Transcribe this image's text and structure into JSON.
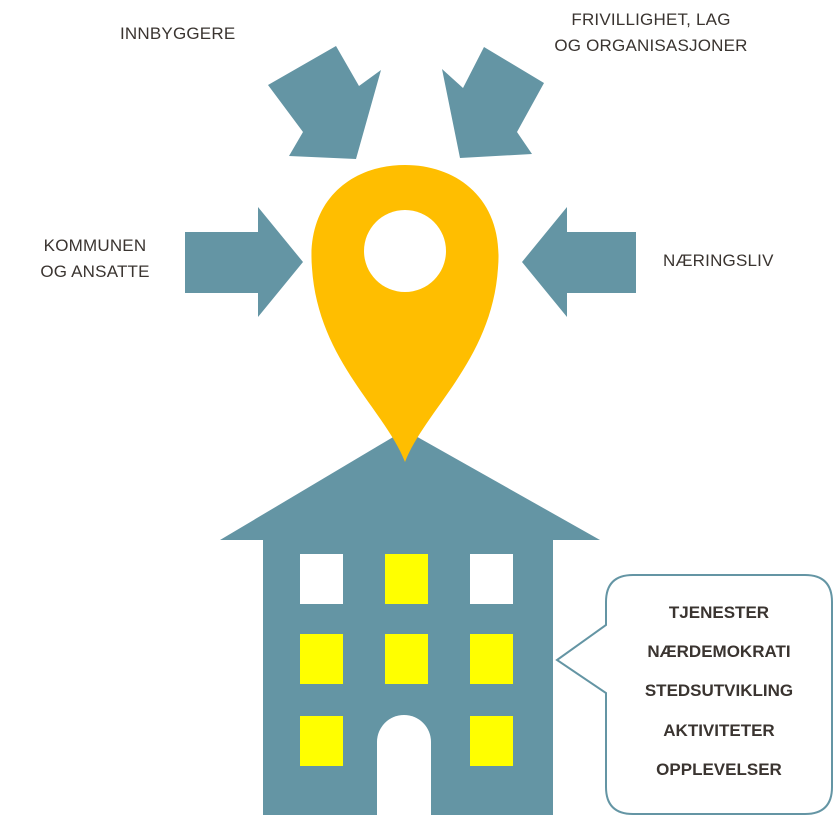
{
  "labels": {
    "innbyggere": "INNBYGGERE",
    "frivillighet_line1": "FRIVILLIGHET, LAG",
    "frivillighet_line2": "OG ORGANISASJONER",
    "kommunen_line1": "KOMMUNEN",
    "kommunen_line2": "OG ANSATTE",
    "naeringsliv": "NÆRINGSLIV"
  },
  "bubble": {
    "items": [
      "TJENESTER",
      "NÆRDEMOKRATI",
      "STEDSUTVIKLING",
      "AKTIVITETER",
      "OPPLEVELSER"
    ]
  },
  "colors": {
    "arrow": "#6495a4",
    "house": "#6495a4",
    "pin": "#ffbe00",
    "window_lit": "#ffff00",
    "window_dark": "#ffffff",
    "text": "#3a3430"
  },
  "icons": [
    "arrow-icon",
    "location-pin-icon",
    "house-icon",
    "speech-bubble-icon"
  ]
}
